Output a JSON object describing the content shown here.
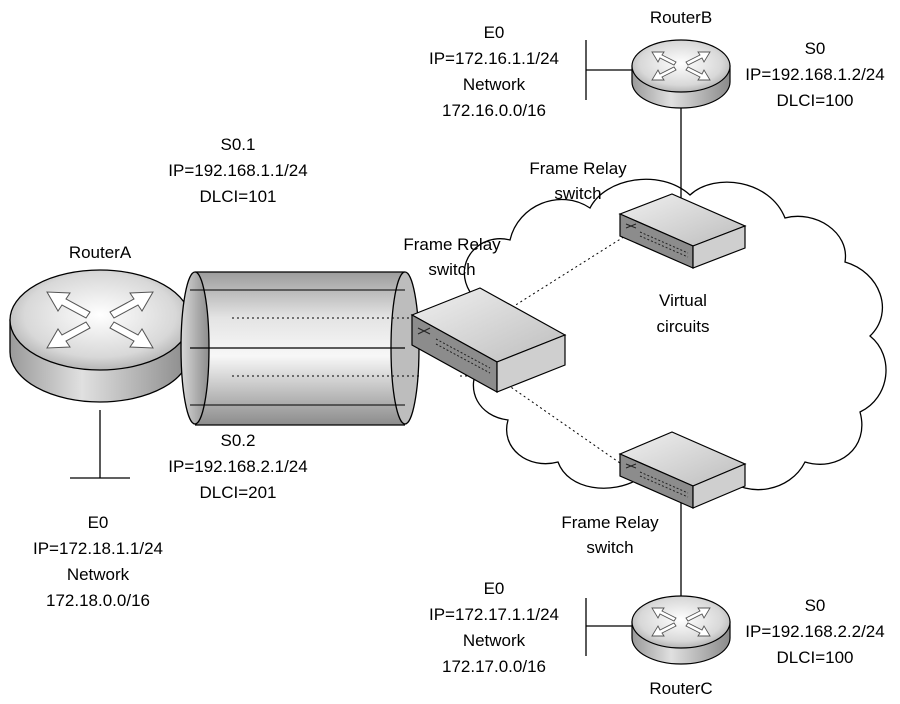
{
  "routers": {
    "a": {
      "name": "RouterA"
    },
    "b": {
      "name": "RouterB"
    },
    "c": {
      "name": "RouterC"
    }
  },
  "switch_label": {
    "line1": "Frame Relay",
    "line2": "switch"
  },
  "cloud_label": {
    "line1": "Virtual",
    "line2": "circuits"
  },
  "interfaces": {
    "a_s01": {
      "name": "S0.1",
      "ip": "IP=192.168.1.1/24",
      "dlci": "DLCI=101"
    },
    "a_s02": {
      "name": "S0.2",
      "ip": "IP=192.168.2.1/24",
      "dlci": "DLCI=201"
    },
    "a_e0": {
      "name": "E0",
      "ip": "IP=172.18.1.1/24",
      "net_label": "Network",
      "net": "172.18.0.0/16"
    },
    "b_e0": {
      "name": "E0",
      "ip": "IP=172.16.1.1/24",
      "net_label": "Network",
      "net": "172.16.0.0/16"
    },
    "b_s0": {
      "name": "S0",
      "ip": "IP=192.168.1.2/24",
      "dlci": "DLCI=100"
    },
    "c_e0": {
      "name": "E0",
      "ip": "IP=172.17.1.1/24",
      "net_label": "Network",
      "net": "172.17.0.0/16"
    },
    "c_s0": {
      "name": "S0",
      "ip": "IP=192.168.2.2/24",
      "dlci": "DLCI=100"
    }
  }
}
